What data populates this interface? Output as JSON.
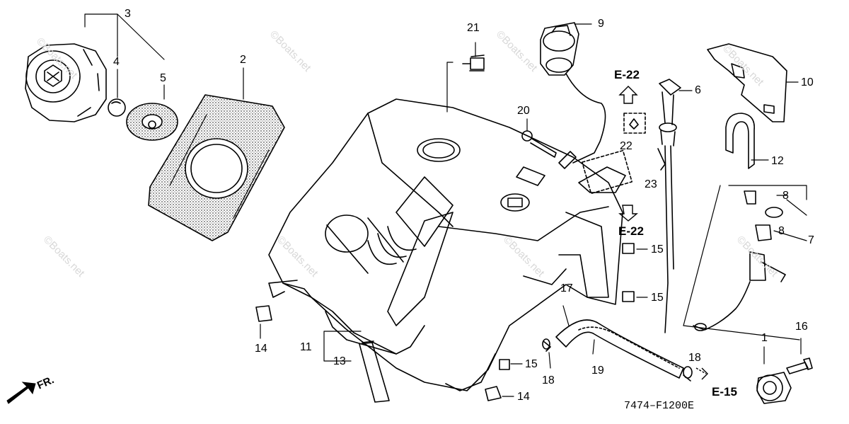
{
  "callouts": {
    "c1": "1",
    "c2": "2",
    "c3": "3",
    "c4": "4",
    "c5": "5",
    "c6": "6",
    "c7": "7",
    "c8a": "8",
    "c8b": "8",
    "c9": "9",
    "c10": "10",
    "c11": "11",
    "c12": "12",
    "c13": "13",
    "c14a": "14",
    "c14b": "14",
    "c15a": "15",
    "c15b": "15",
    "c15c": "15",
    "c16": "16",
    "c17": "17",
    "c18a": "18",
    "c18b": "18",
    "c19": "19",
    "c20": "20",
    "c21": "21",
    "c22": "22",
    "c23": "23"
  },
  "refs": {
    "e22_top": "E-22",
    "e22_bottom": "E-22",
    "e15": "E-15"
  },
  "diagram_code": "7474–F1200E",
  "front_marker": "FR.",
  "watermark": "©Boats.net"
}
